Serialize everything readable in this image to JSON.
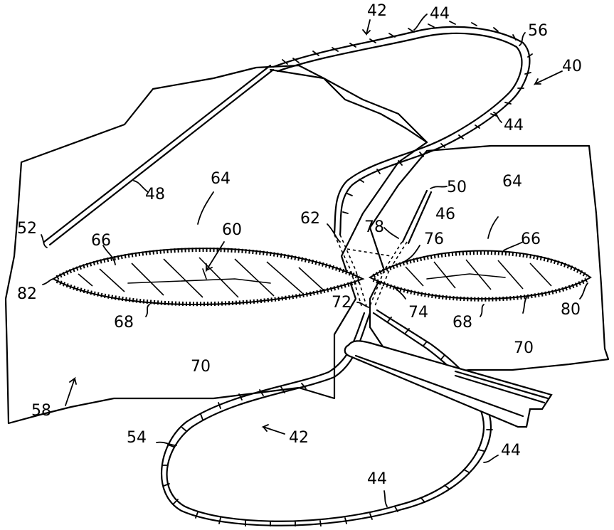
{
  "figure": {
    "labels": {
      "l40": "40",
      "l42a": "42",
      "l42b": "42",
      "l44a": "44",
      "l44b": "44",
      "l44c": "44",
      "l44d": "44",
      "l46": "46",
      "l48": "48",
      "l50": "50",
      "l52": "52",
      "l54": "54",
      "l56": "56",
      "l58": "58",
      "l60": "60",
      "l62": "62",
      "l64a": "64",
      "l64b": "64",
      "l66a": "66",
      "l66b": "66",
      "l68a": "68",
      "l68b": "68",
      "l70a": "70",
      "l70b": "70",
      "l72": "72",
      "l74": "74",
      "l76": "76",
      "l78": "78",
      "l80": "80",
      "l82": "82"
    }
  }
}
